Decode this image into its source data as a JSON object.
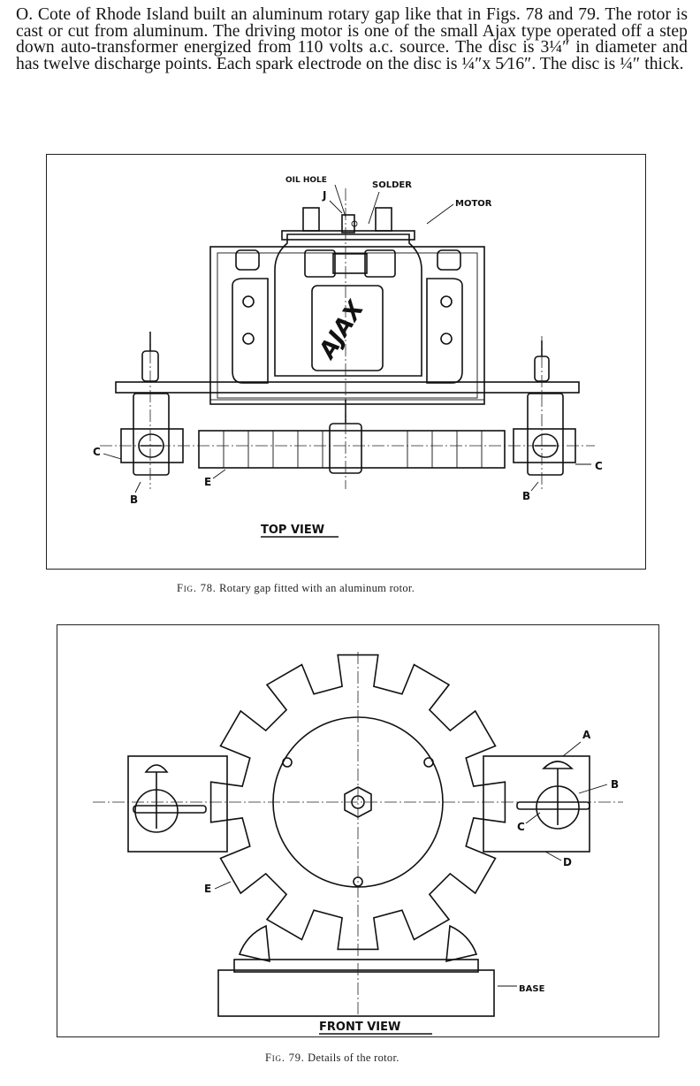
{
  "page": {
    "paragraph": "O. Cote of Rhode Island built an aluminum rotary gap like that in Figs. 78 and 79. The rotor is cast or cut from aluminum. The driving motor is one of the small Ajax type operated off a step down auto-transformer energized from 110 volts a.c. source. The disc is 3¼″ in diameter and has twelve discharge points. Each spark electrode on the disc is ¼″x 5⁄16″. The disc is ¼″ thick."
  },
  "figure78": {
    "caption_number": "Fig. 78.",
    "caption_text": "Rotary gap fitted with an aluminum rotor.",
    "labels": {
      "oil_hole": "OIL HOLE",
      "j": "J",
      "solder": "SOLDER",
      "motor": "MOTOR",
      "brand": "AJAX",
      "c_left": "C",
      "c_right": "C",
      "b_left": "B",
      "b_right": "B",
      "e": "E",
      "view": "TOP VIEW"
    }
  },
  "figure79": {
    "caption_number": "Fig. 79.",
    "caption_text": "Details of the rotor.",
    "labels": {
      "a": "A",
      "b": "B",
      "c": "C",
      "d": "D",
      "e": "E",
      "base": "BASE",
      "view": "FRONT VIEW"
    }
  }
}
